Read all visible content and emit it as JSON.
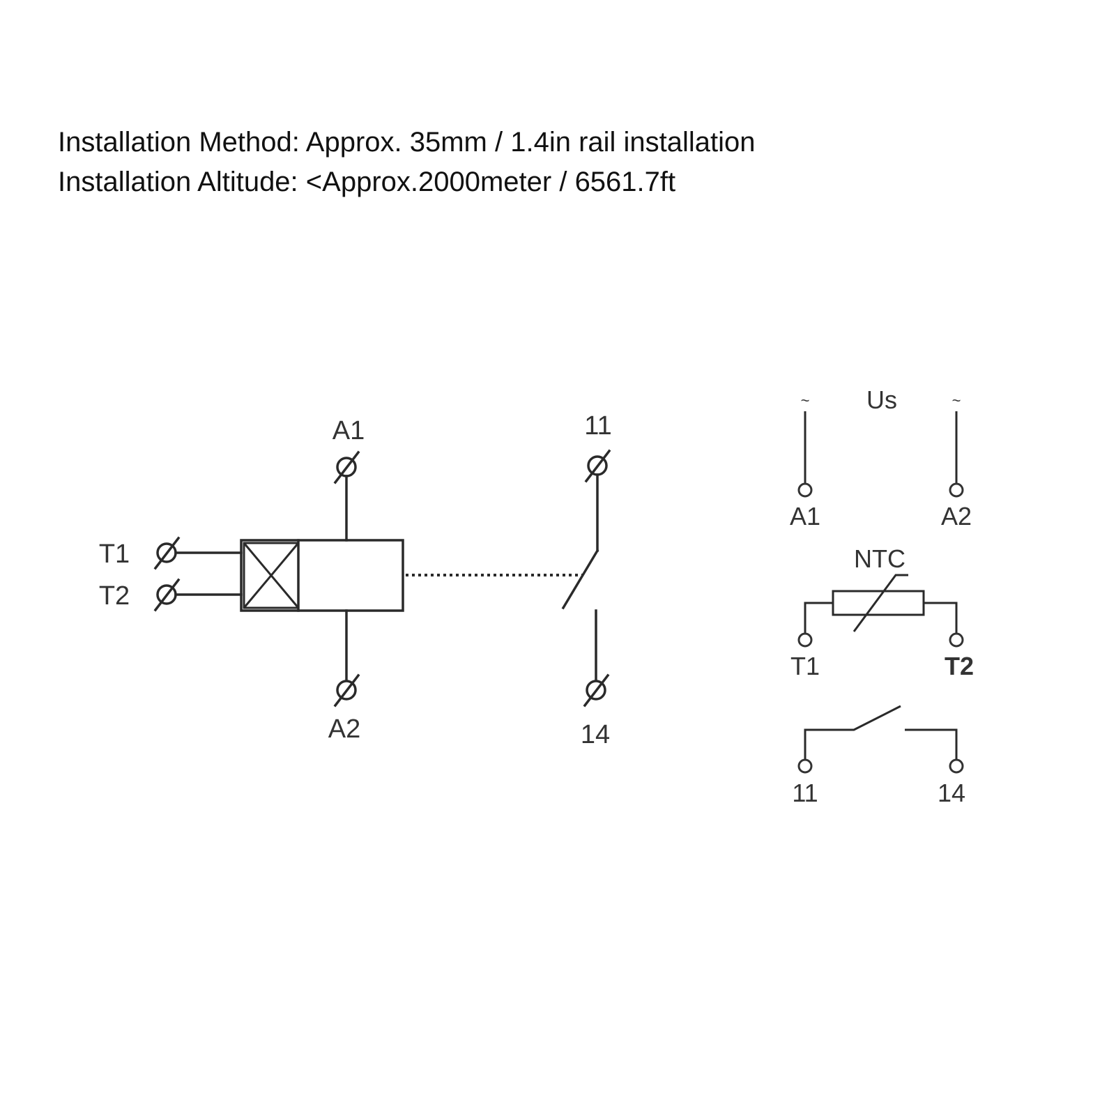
{
  "info": {
    "line1": "Installation Method: Approx. 35mm / 1.4in rail installation",
    "line2": "Installation Altitude: <Approx.2000meter / 6561.7ft"
  },
  "left_diagram": {
    "a1": "A1",
    "a2": "A2",
    "t1": "T1",
    "t2": "T2",
    "c11": "11",
    "c14": "14"
  },
  "right_diagram": {
    "us": "Us",
    "a1": "A1",
    "a2": "A2",
    "ntc": "NTC",
    "t1": "T1",
    "t2": "T2",
    "c11": "11",
    "c14": "14",
    "supply_symbol": "~"
  }
}
